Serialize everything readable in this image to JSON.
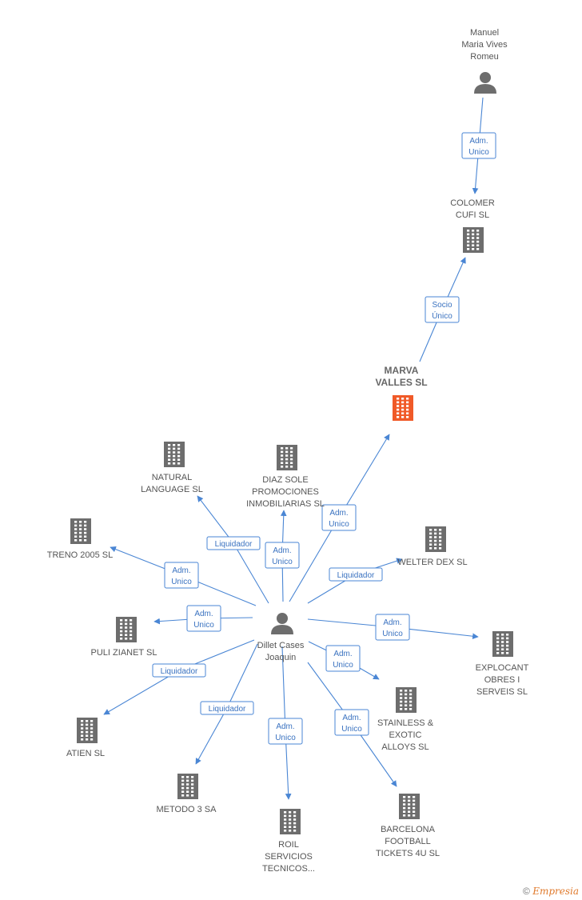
{
  "colors": {
    "edge": "#4a86d4",
    "icon": "#6d6d6d",
    "focus": "#f05a28"
  },
  "nodes": [
    {
      "id": "manuel",
      "kind": "person",
      "label": [
        "Manuel",
        "Maria Vives",
        "Romeu"
      ]
    },
    {
      "id": "colomer",
      "kind": "company",
      "label": [
        "COLOMER",
        "CUFI SL"
      ]
    },
    {
      "id": "marva",
      "kind": "company",
      "focus": true,
      "label": [
        "MARVA",
        "VALLES SL"
      ]
    },
    {
      "id": "dillet",
      "kind": "person",
      "label": [
        "Dillet Cases",
        "Joaquin"
      ]
    },
    {
      "id": "natural",
      "kind": "company",
      "label": [
        "NATURAL",
        "LANGUAGE SL"
      ]
    },
    {
      "id": "diaz",
      "kind": "company",
      "label": [
        "DIAZ SOLE",
        "PROMOCIONES",
        "INMOBILIARIAS SL"
      ]
    },
    {
      "id": "treno",
      "kind": "company",
      "label": [
        "TRENO 2005 SL"
      ]
    },
    {
      "id": "welter",
      "kind": "company",
      "label": [
        "WELTER DEX SL"
      ]
    },
    {
      "id": "puli",
      "kind": "company",
      "label": [
        "PULI ZIANET SL"
      ]
    },
    {
      "id": "explocant",
      "kind": "company",
      "label": [
        "EXPLOCANT",
        "OBRES I",
        "SERVEIS SL"
      ]
    },
    {
      "id": "atien",
      "kind": "company",
      "label": [
        "ATIEN SL"
      ]
    },
    {
      "id": "stainless",
      "kind": "company",
      "label": [
        "STAINLESS &",
        "EXOTIC",
        "ALLOYS SL"
      ]
    },
    {
      "id": "metodo",
      "kind": "company",
      "label": [
        "METODO 3 SA"
      ]
    },
    {
      "id": "roil",
      "kind": "company",
      "label": [
        "ROIL",
        "SERVICIOS",
        "TECNICOS..."
      ]
    },
    {
      "id": "barcelona",
      "kind": "company",
      "label": [
        "BARCELONA",
        "FOOTBALL",
        "TICKETS 4U SL"
      ]
    }
  ],
  "edges": [
    {
      "from": "manuel",
      "to": "colomer",
      "label": [
        "Adm.",
        "Unico"
      ]
    },
    {
      "from": "marva",
      "to": "colomer",
      "label": [
        "Socio",
        "Único"
      ]
    },
    {
      "from": "dillet",
      "to": "marva",
      "label": [
        "Adm.",
        "Unico"
      ]
    },
    {
      "from": "dillet",
      "to": "natural",
      "label": [
        "Liquidador"
      ]
    },
    {
      "from": "dillet",
      "to": "diaz",
      "label": [
        "Adm.",
        "Unico"
      ]
    },
    {
      "from": "dillet",
      "to": "treno",
      "label": [
        "Adm.",
        "Unico"
      ]
    },
    {
      "from": "dillet",
      "to": "welter",
      "label": [
        "Liquidador"
      ]
    },
    {
      "from": "dillet",
      "to": "puli",
      "label": [
        "Adm.",
        "Unico"
      ]
    },
    {
      "from": "dillet",
      "to": "explocant",
      "label": [
        "Adm.",
        "Unico"
      ]
    },
    {
      "from": "dillet",
      "to": "atien",
      "label": [
        "Liquidador"
      ]
    },
    {
      "from": "dillet",
      "to": "stainless",
      "label": [
        "Adm.",
        "Unico"
      ]
    },
    {
      "from": "dillet",
      "to": "metodo",
      "label": [
        "Liquidador"
      ]
    },
    {
      "from": "dillet",
      "to": "roil",
      "label": [
        "Adm.",
        "Unico"
      ]
    },
    {
      "from": "dillet",
      "to": "barcelona",
      "label": [
        "Adm.",
        "Unico"
      ]
    }
  ],
  "footer": {
    "copyright": "©",
    "brand": "Empresia"
  }
}
